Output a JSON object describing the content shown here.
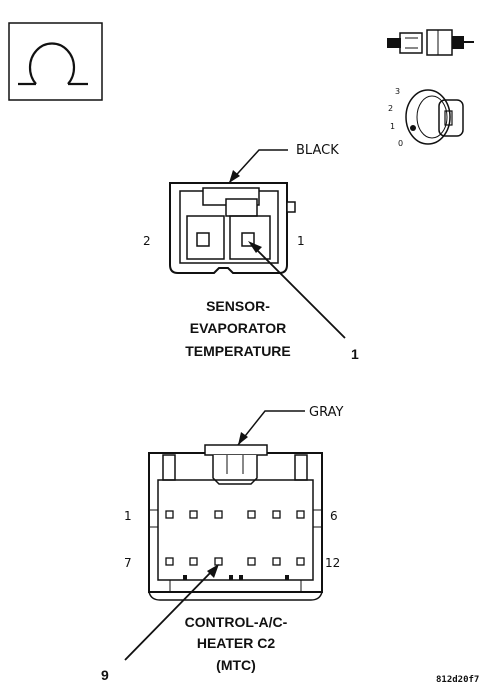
{
  "connector_top": {
    "color_label": "BLACK",
    "name_lines": [
      "SENSOR-",
      "EVAPORATOR",
      "TEMPERATURE"
    ],
    "pin_left": "2",
    "pin_right": "1",
    "callout": "1"
  },
  "connector_bottom": {
    "color_label": "GRAY",
    "name_lines": [
      "CONTROL-A/C-",
      "HEATER C2",
      "(MTC)"
    ],
    "row1_start": "1",
    "row1_end": "6",
    "row2_start": "7",
    "row2_end": "12",
    "callout": "9"
  },
  "ignition_key": {
    "positions": [
      "3",
      "2",
      "1",
      "0"
    ]
  },
  "figure_id": "812d20f7"
}
